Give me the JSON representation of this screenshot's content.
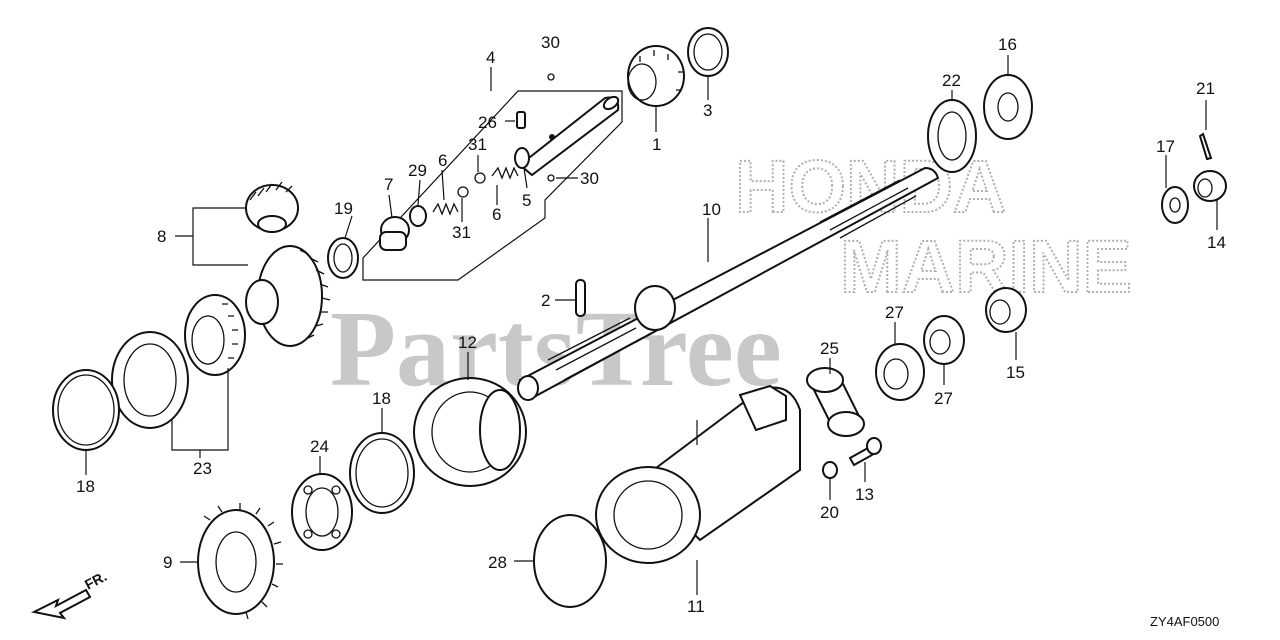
{
  "watermark": {
    "parts_text": "PartsTree",
    "brand_line1": "HONDA",
    "brand_line2": "MARINE"
  },
  "diagram_code": "ZY4AF0500",
  "front_indicator": "FR.",
  "callouts": {
    "c1": "1",
    "c2": "2",
    "c3": "3",
    "c4": "4",
    "c5": "5",
    "c6a": "6",
    "c6b": "6",
    "c7": "7",
    "c8": "8",
    "c9": "9",
    "c10": "10",
    "c11": "11",
    "c12": "12",
    "c13": "13",
    "c14": "14",
    "c15": "15",
    "c16": "16",
    "c17": "17",
    "c18a": "18",
    "c18b": "18",
    "c19": "19",
    "c20": "20",
    "c21": "21",
    "c22": "22",
    "c23": "23",
    "c24": "24",
    "c25": "25",
    "c26": "26",
    "c27a": "27",
    "c27b": "27",
    "c28": "28",
    "c29": "29",
    "c30a": "30",
    "c30b": "30",
    "c31a": "31",
    "c31b": "31"
  }
}
